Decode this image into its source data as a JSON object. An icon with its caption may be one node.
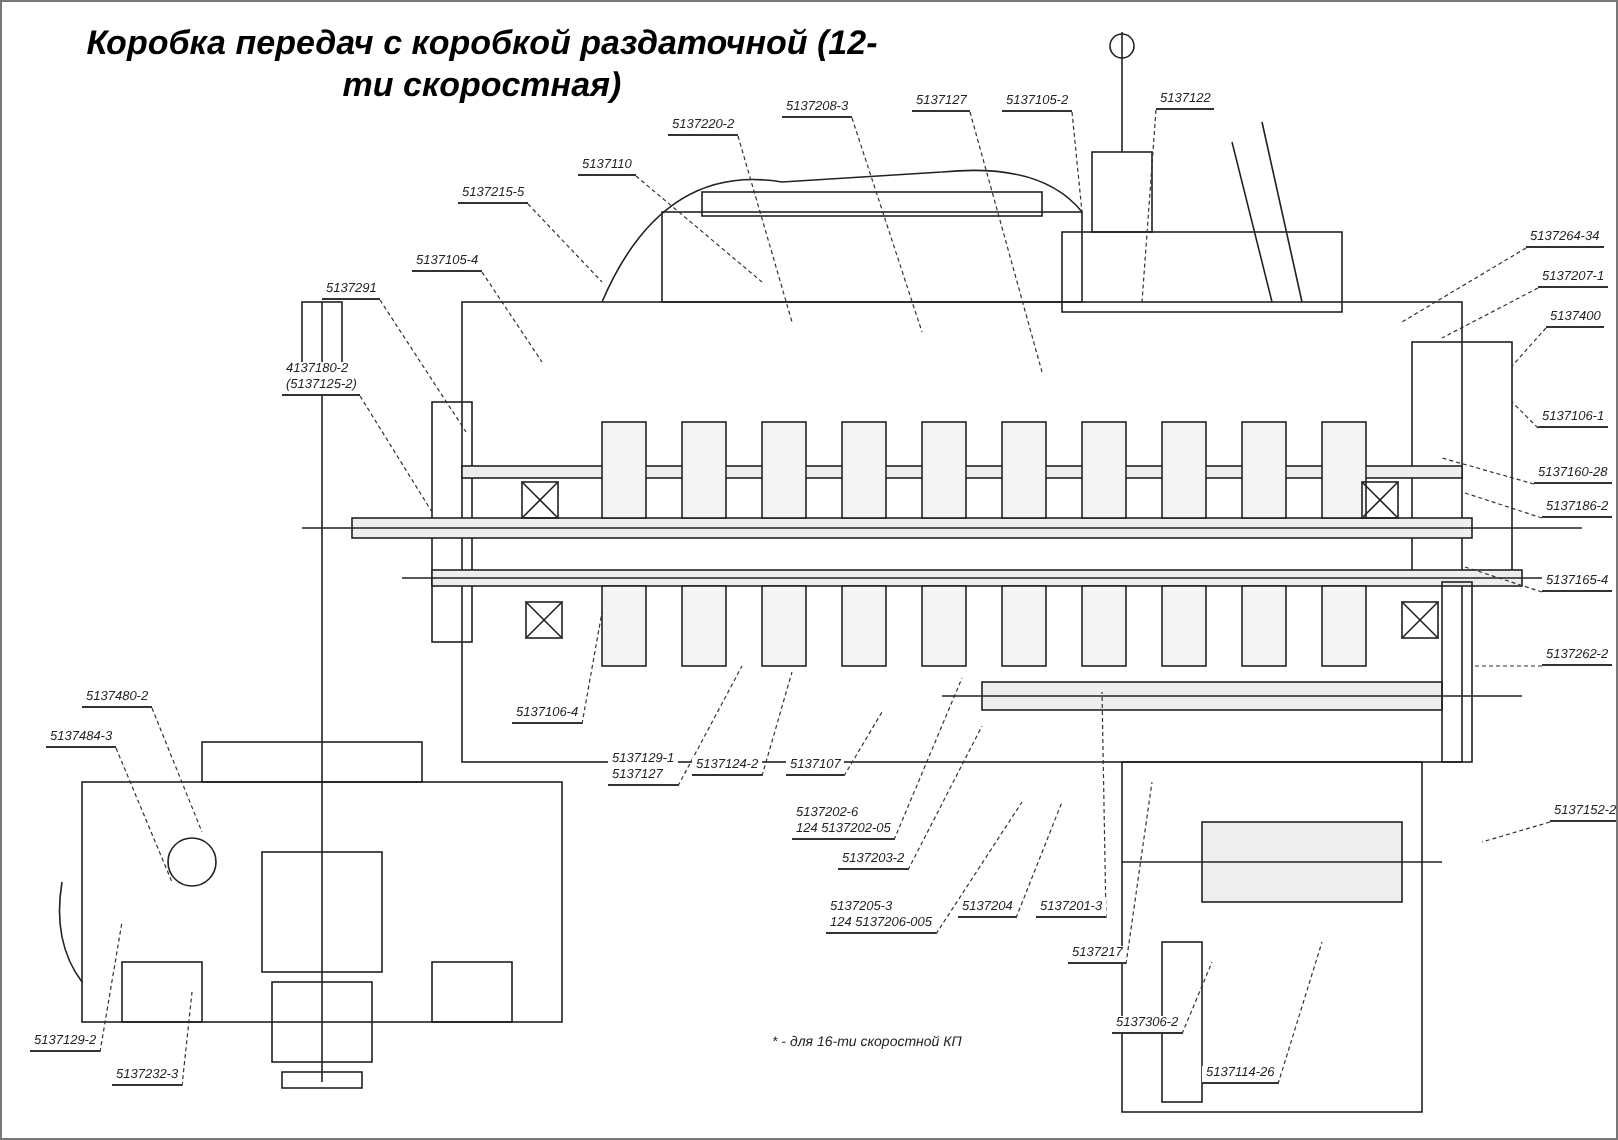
{
  "diagram": {
    "title": "Коробка передач с коробкой раздаточной (12-ти скоростная)",
    "nodes": [
      {
        "text": [
          "5137220-2"
        ]
      },
      {
        "text": [
          "5137208-3"
        ]
      },
      {
        "text": [
          "5137127"
        ]
      },
      {
        "text": [
          "5137105-2"
        ]
      },
      {
        "text": [
          "5137122"
        ]
      },
      {
        "text": [
          "5137110"
        ]
      },
      {
        "text": [
          "5137215-5"
        ]
      },
      {
        "text": [
          "5137105-4"
        ]
      },
      {
        "text": [
          "5137291"
        ]
      },
      {
        "text": [
          "4137180-2",
          "(5137125-2)"
        ]
      },
      {
        "text": [
          "5137264-34"
        ]
      },
      {
        "text": [
          "5137207-1"
        ]
      },
      {
        "text": [
          "5137400"
        ]
      },
      {
        "text": [
          "5137106-1"
        ]
      },
      {
        "text": [
          "5137160-28"
        ]
      },
      {
        "text": [
          "5137186-2"
        ]
      },
      {
        "text": [
          "5137165-4"
        ]
      },
      {
        "text": [
          "5137262-2"
        ]
      },
      {
        "text": [
          "5137480-2"
        ]
      },
      {
        "text": [
          "5137484-3"
        ]
      },
      {
        "text": [
          "5137106-4"
        ]
      },
      {
        "text": [
          "5137129-1",
          "5137127"
        ]
      },
      {
        "text": [
          "5137124-2"
        ]
      },
      {
        "text": [
          "5137107"
        ]
      },
      {
        "text": [
          "5137202-6",
          "124 5137202-05"
        ]
      },
      {
        "text": [
          "5137203-2"
        ]
      },
      {
        "text": [
          "5137152-2"
        ]
      },
      {
        "text": [
          "5137205-3",
          "124 5137206-005"
        ]
      },
      {
        "text": [
          "5137204"
        ]
      },
      {
        "text": [
          "5137201-3"
        ]
      },
      {
        "text": [
          "5137217"
        ]
      },
      {
        "text": [
          "5137129-2"
        ]
      },
      {
        "text": [
          "5137232-3"
        ]
      },
      {
        "text": [
          "5137306-2"
        ]
      },
      {
        "text": [
          "5137114-26"
        ]
      }
    ],
    "edges": [
      {
        "from": 0,
        "to": null,
        "arrow": "none"
      },
      {
        "from": 1,
        "to": null,
        "arrow": "none"
      },
      {
        "from": 2,
        "to": null,
        "arrow": "none"
      },
      {
        "from": 3,
        "to": null,
        "arrow": "none"
      },
      {
        "from": 4,
        "to": null,
        "arrow": "none"
      },
      {
        "from": 5,
        "to": null,
        "arrow": "none"
      },
      {
        "from": 6,
        "to": null,
        "arrow": "none"
      },
      {
        "from": 7,
        "to": null,
        "arrow": "none"
      },
      {
        "from": 8,
        "to": null,
        "arrow": "none"
      },
      {
        "from": 9,
        "to": null,
        "arrow": "none"
      },
      {
        "from": 10,
        "to": null,
        "arrow": "none"
      },
      {
        "from": 11,
        "to": null,
        "arrow": "none"
      },
      {
        "from": 12,
        "to": null,
        "arrow": "none"
      },
      {
        "from": 13,
        "to": null,
        "arrow": "none"
      },
      {
        "from": 14,
        "to": null,
        "arrow": "none"
      },
      {
        "from": 15,
        "to": null,
        "arrow": "none"
      },
      {
        "from": 16,
        "to": null,
        "arrow": "none"
      },
      {
        "from": 17,
        "to": null,
        "arrow": "none"
      },
      {
        "from": 18,
        "to": null,
        "arrow": "none"
      },
      {
        "from": 19,
        "to": null,
        "arrow": "none"
      },
      {
        "from": 20,
        "to": null,
        "arrow": "none"
      },
      {
        "from": 21,
        "to": null,
        "arrow": "none"
      },
      {
        "from": 22,
        "to": null,
        "arrow": "none"
      },
      {
        "from": 23,
        "to": null,
        "arrow": "none"
      },
      {
        "from": 24,
        "to": null,
        "arrow": "none"
      },
      {
        "from": 25,
        "to": null,
        "arrow": "none"
      },
      {
        "from": 26,
        "to": null,
        "arrow": "none"
      },
      {
        "from": 27,
        "to": null,
        "arrow": "none"
      },
      {
        "from": 28,
        "to": null,
        "arrow": "none"
      },
      {
        "from": 29,
        "to": null,
        "arrow": "none"
      },
      {
        "from": 30,
        "to": null,
        "arrow": "none"
      },
      {
        "from": 31,
        "to": null,
        "arrow": "none"
      },
      {
        "from": 32,
        "to": null,
        "arrow": "none"
      },
      {
        "from": 33,
        "to": null,
        "arrow": "none"
      },
      {
        "from": 34,
        "to": null,
        "arrow": "none"
      }
    ],
    "labels": [
      "* - для 16-ти скоростной КП"
    ]
  }
}
